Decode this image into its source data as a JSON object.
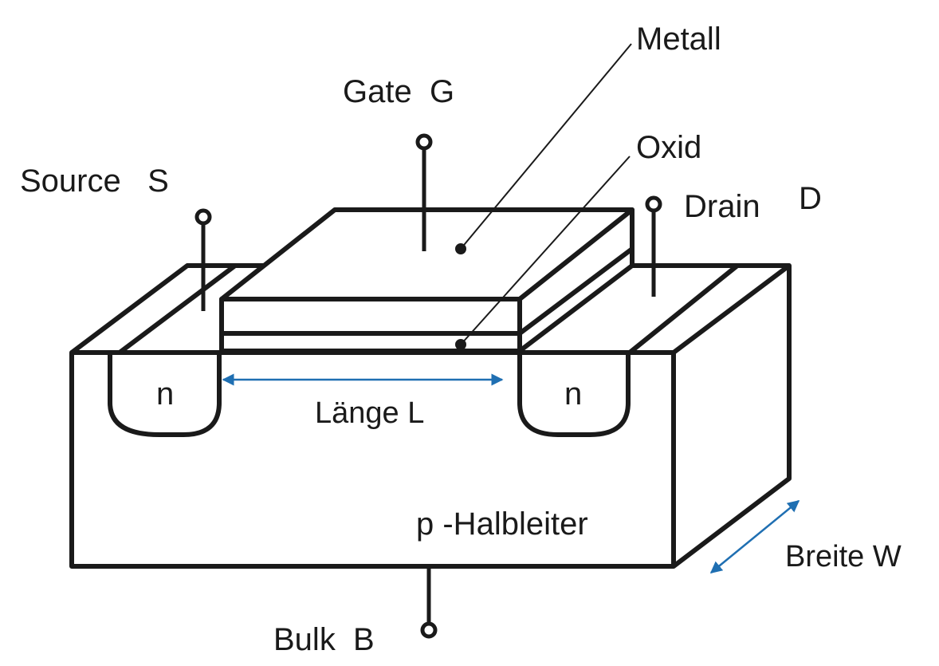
{
  "labels": {
    "metall": "Metall",
    "gate": "Gate  G",
    "oxid": "Oxid",
    "source": "Source   S",
    "drain": "Drain",
    "drain_letter": "D",
    "n_left": "n",
    "n_right": "n",
    "laenge": "Länge L",
    "halbleiter": "p -Halbleiter",
    "breite": "Breite W",
    "bulk": "Bulk  B"
  },
  "colors": {
    "line": "#1a1a1a",
    "dimension": "#1f6fb2",
    "background": "#ffffff"
  }
}
